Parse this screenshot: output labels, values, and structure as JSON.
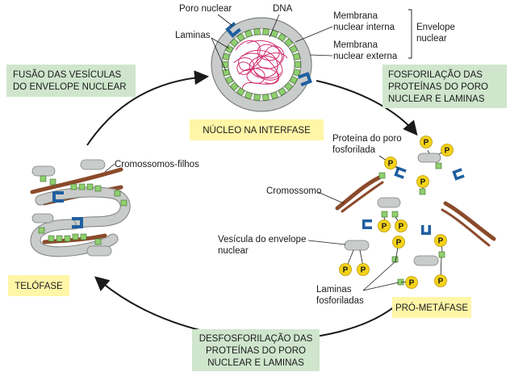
{
  "colors": {
    "yellow_box": "#fff6a8",
    "green_box": "#cfe6cd",
    "membrane_gray": "#c9ccca",
    "membrane_edge": "#7d807e",
    "lamina_green": "#8fcf6f",
    "pore_blue": "#1f5fa0",
    "dna_magenta": "#d0306f",
    "chromosome_brown": "#8b4a2b",
    "phosphate_yellow": "#f5d21a"
  },
  "icons": {
    "phosphate": "circle-P",
    "nuclear_pore": "blue-bracket",
    "lamina": "green-square"
  },
  "labels": {
    "poro_nuclear": "Poro nuclear",
    "dna": "DNA",
    "laminas": "Laminas",
    "membrana_interna_1": "Membrana",
    "membrana_interna_2": "nuclear interna",
    "membrana_externa_1": "Membrana",
    "membrana_externa_2": "nuclear externa",
    "envelope_1": "Envelope",
    "envelope_2": "nuclear",
    "cromossomos_filhos": "Cromossomos-filhos",
    "proteina_poro_1": "Proteína do poro",
    "proteina_poro_2": "fosforilada",
    "cromossomo": "Cromossomo",
    "vesicula_1": "Vesícula do envelope",
    "vesicula_2": "nuclear",
    "laminas_fosf_1": "Laminas",
    "laminas_fosf_2": "fosforiladas",
    "p": "P"
  },
  "stages": {
    "interphase": "NÚCLEO NA INTERFASE",
    "telophase": "TELÓFASE",
    "prometaphase": "PRÓ-METÁFASE"
  },
  "steps": {
    "fusion": [
      "FUSÃO DAS VESÍCULAS",
      "DO ENVELOPE NUCLEAR"
    ],
    "phosphorylation": [
      "FOSFORILAÇÃO DAS",
      "PROTEÍNAS DO PORO",
      "NUCLEAR E LAMINAS"
    ],
    "dephosphorylation": [
      "DESFOSFORILAÇÃO DAS",
      "PROTEÍNAS DO PORO",
      "NUCLEAR E LAMINAS"
    ]
  }
}
